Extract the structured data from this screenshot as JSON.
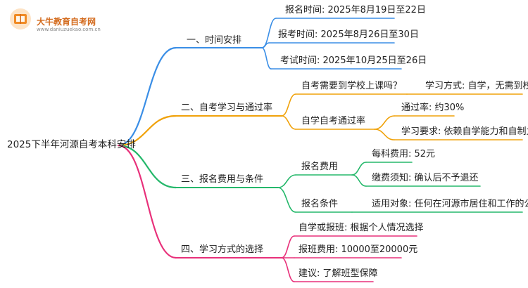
{
  "logo": {
    "name": "大牛教育自考网",
    "url": "www.daniuzuekao.com.cn"
  },
  "root": "2025下半年河源自考本科安排",
  "colors": {
    "blue": "#3a8ee6",
    "orange": "#f0a20a",
    "green": "#25b86b",
    "pink": "#e8307a"
  },
  "branches": [
    {
      "label": "一、时间安排",
      "leaves": [
        "报名时间: 2025年8月19日至22日",
        "报考时间: 2025年8月26日至30日",
        "考试时间: 2025年10月25日至26日"
      ]
    },
    {
      "label": "二、自考学习与通过率",
      "sub": [
        {
          "label": "自考需要到学校上课吗？",
          "leaves": [
            "学习方式: 自学，无需到校"
          ]
        },
        {
          "label": "自学自考通过率",
          "leaves": [
            "通过率: 约30%",
            "学习要求: 依赖自学能力和自制力"
          ]
        }
      ]
    },
    {
      "label": "三、报名费用与条件",
      "sub": [
        {
          "label": "报名费用",
          "leaves": [
            "每科费用: 52元",
            "缴费须知: 确认后不予退还"
          ]
        },
        {
          "label": "报名条件",
          "leaves": [
            "适用对象: 任何在河源市居住和工作的公民"
          ]
        }
      ]
    },
    {
      "label": "四、学习方式的选择",
      "leaves": [
        "自学或报班: 根据个人情况选择",
        "报班费用: 10000至20000元",
        "建议: 了解班型保障"
      ]
    }
  ]
}
